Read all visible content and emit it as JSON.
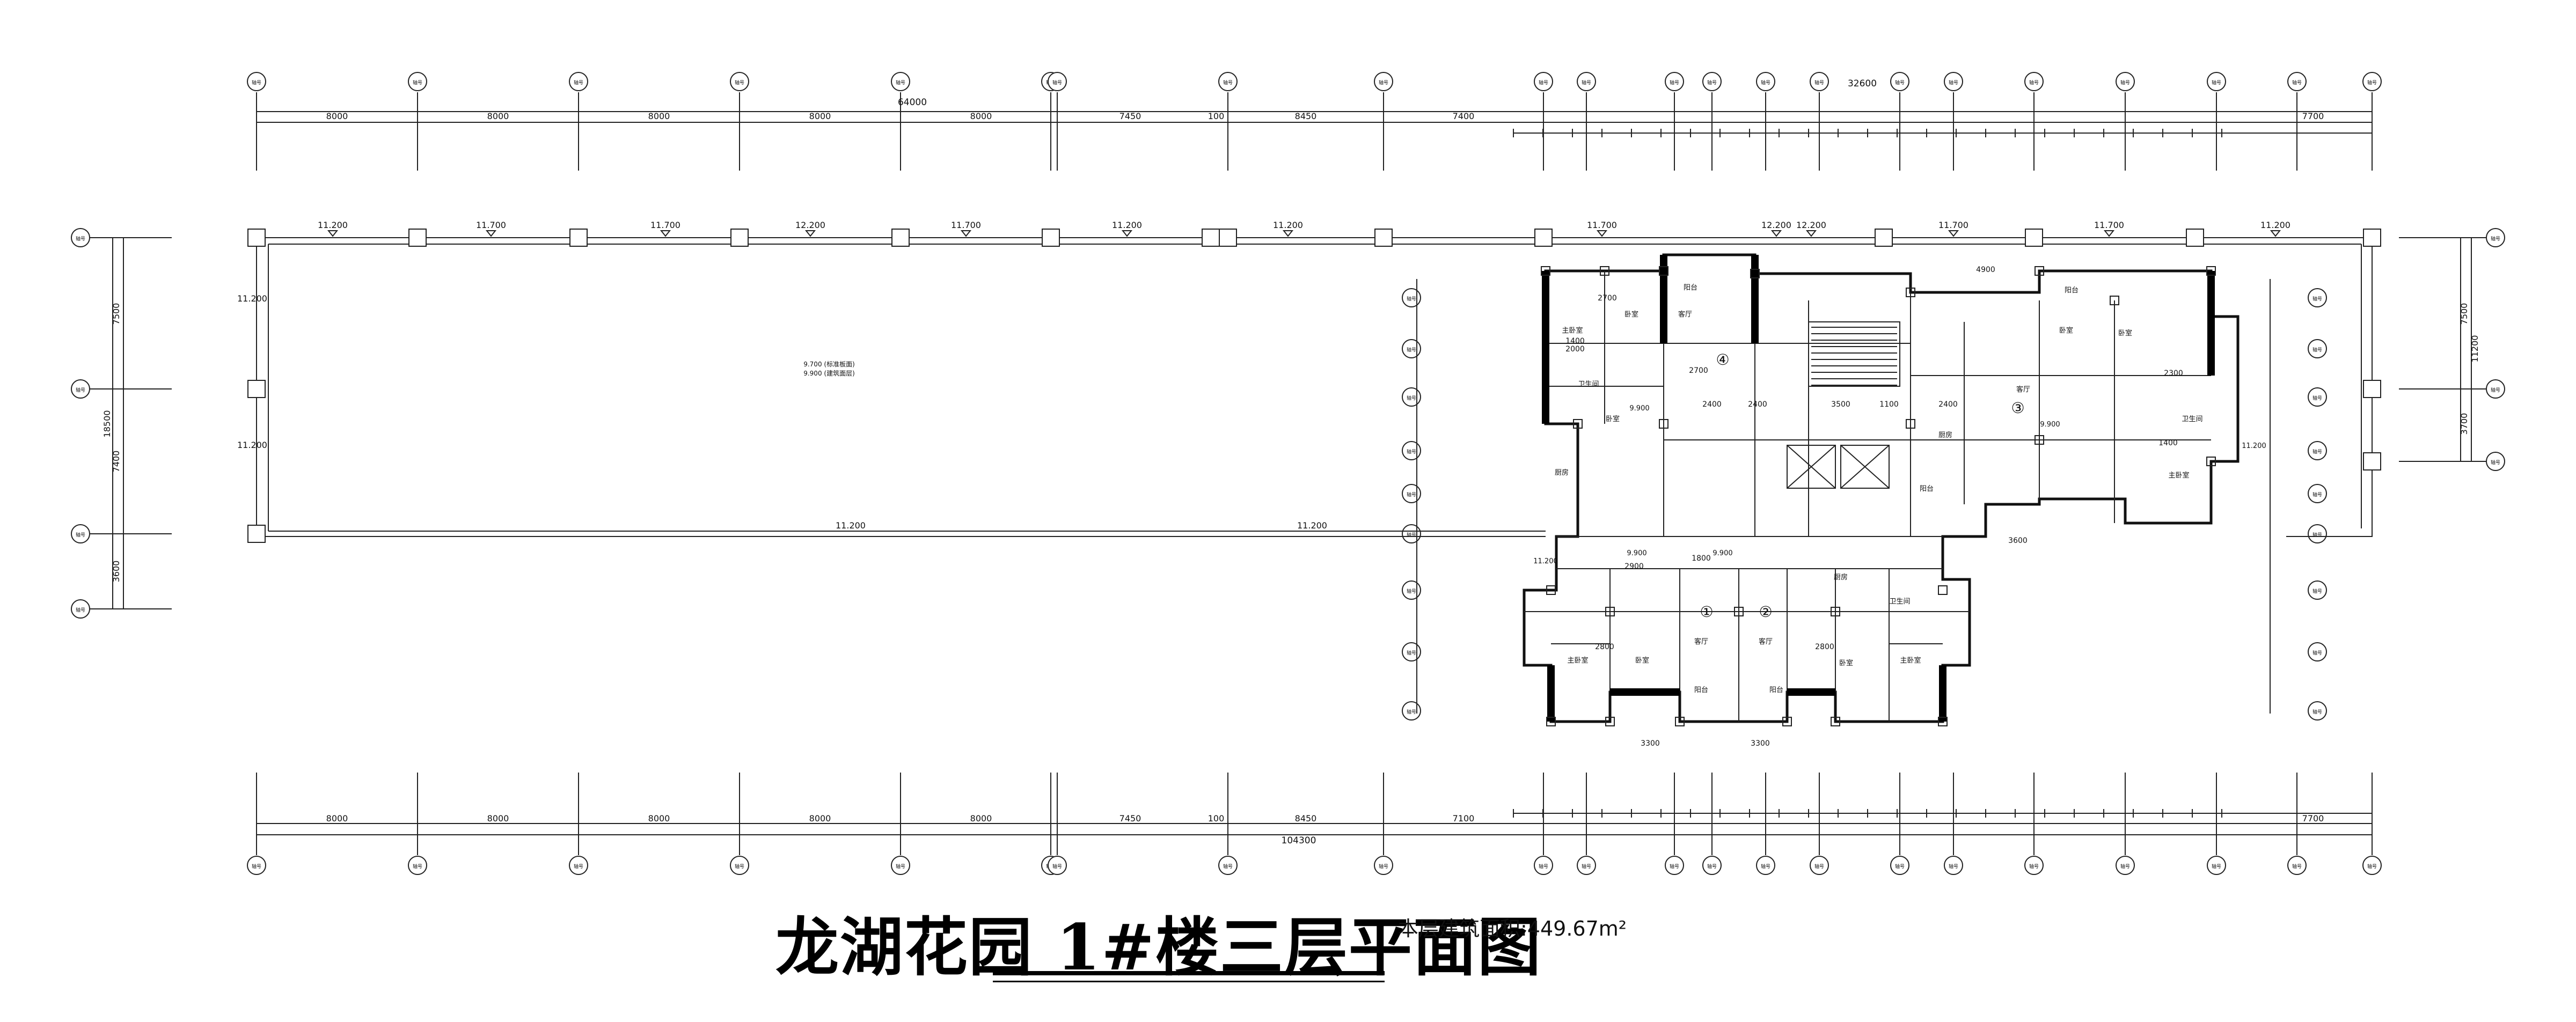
{
  "drawing": {
    "title_main": "龙湖花园 1#楼三层平面图",
    "area_note": "本层建筑面积:449.67m²"
  },
  "dims": {
    "top_overall_left": "64000",
    "top_overall_right": "32600",
    "bottom_overall": "104300",
    "top_bays": [
      "8000",
      "8000",
      "8000",
      "8000",
      "8000",
      "7450",
      "100",
      "8450",
      "7400",
      "7700"
    ],
    "bottom_bays": [
      "8000",
      "8000",
      "8000",
      "8000",
      "8000",
      "7450",
      "100",
      "8450",
      "7100",
      "7700"
    ],
    "left_spans": [
      "7500",
      "18500",
      "7400",
      "3600"
    ],
    "right_spans": [
      "7500",
      "11200",
      "3700"
    ]
  },
  "levels": {
    "roof": [
      "11.200",
      "11.700",
      "11.700",
      "12.200",
      "11.700",
      "11.200",
      "11.200",
      "11.700",
      "12.200",
      "12.200",
      "11.700",
      "11.700",
      "11.200"
    ],
    "left_side": [
      "11.200",
      "11.200"
    ],
    "bottom_edge": [
      "11.200",
      "11.200"
    ],
    "note": "9.700 (标准板面)\n9.900 (建筑面层)"
  },
  "units": [
    "①",
    "②",
    "③",
    "④"
  ],
  "rooms": {
    "bedroom": "卧室",
    "master": "主卧室",
    "living": "客厅",
    "balcony": "阳台",
    "kitchen": "厨房",
    "bath": "卫生间"
  },
  "axis_bubble": "轴号"
}
